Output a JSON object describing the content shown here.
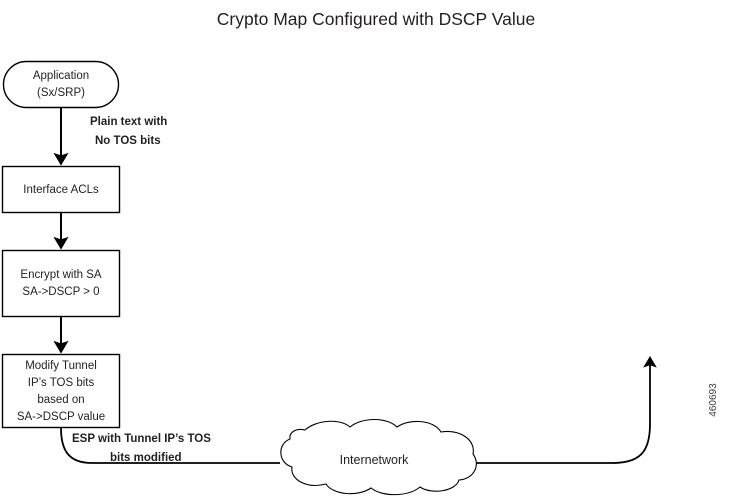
{
  "figure": {
    "title": "Crypto Map Configured with DSCP Value",
    "figure_id": "460693",
    "colors": {
      "background": "#ffffff",
      "stroke": "#000000",
      "text": "#231f20"
    }
  },
  "nodes": {
    "application": {
      "shape": "stadium",
      "line1": "Application",
      "line2": "(Sx/SRP)"
    },
    "interface_acls": {
      "shape": "rectangle",
      "line1": "Interface ACLs"
    },
    "encrypt": {
      "shape": "rectangle",
      "line1": "Encrypt with SA",
      "line2": "SA->DSCP > 0"
    },
    "modify_tunnel": {
      "shape": "rectangle",
      "line1": "Modify Tunnel",
      "line2": "IP’s TOS bits",
      "line3": "based on",
      "line4": "SA->DSCP value"
    },
    "internetwork": {
      "shape": "cloud",
      "line1": "Internetwork"
    }
  },
  "edges": {
    "app_to_acl": {
      "label_line1": "Plain text with",
      "label_line2": "No TOS bits"
    },
    "acl_to_encrypt": {
      "label_line1": ""
    },
    "encrypt_to_modify": {
      "label_line1": ""
    },
    "modify_to_cloud": {
      "label_line1": "ESP with Tunnel IP’s TOS",
      "label_line2": "bits modified"
    },
    "cloud_to_out": {
      "label_line1": ""
    }
  }
}
